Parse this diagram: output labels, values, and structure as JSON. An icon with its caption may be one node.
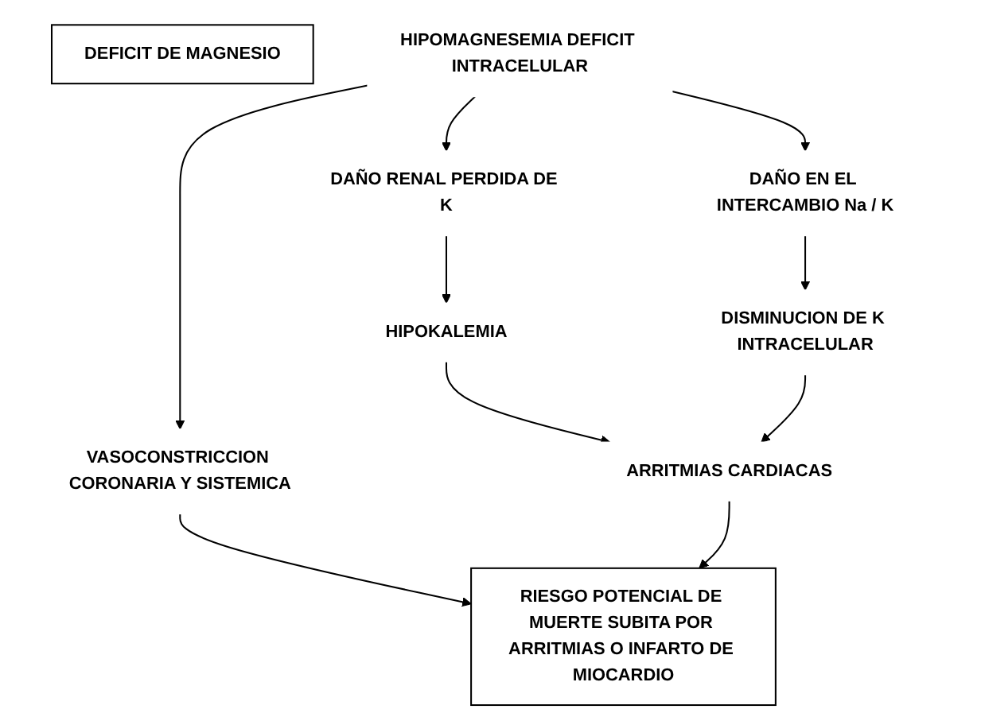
{
  "diagram": {
    "nodes": [
      {
        "text": [
          "DEFICIT DE MAGNESIO"
        ]
      },
      {
        "text": [
          "HIPOMAGNESEMIA DEFICIT INTRACELULAR"
        ]
      },
      {
        "text": [
          "VASOCONSTRICCION CORONARIA Y SISTEMICA"
        ]
      },
      {
        "text": [
          "DAÑO RENAL PERDIDA DE K"
        ]
      },
      {
        "text": [
          "DAÑO EN EL INTERCAMBIO Na / K"
        ]
      },
      {
        "text": [
          "HIPOKALEMIA"
        ]
      },
      {
        "text": [
          "DISMINUCION DE K INTRACELULAR"
        ]
      },
      {
        "text": [
          "ARRITMIAS CARDIACAS"
        ]
      },
      {
        "text": [
          "RIESGO POTENCIAL DE MUERTE SUBITA POR ARRITMIAS O INFARTO DE MIOCARDIO"
        ]
      }
    ],
    "edges": [
      {
        "from": 1,
        "to": 2,
        "arrow": "to"
      },
      {
        "from": 1,
        "to": 3,
        "arrow": "to"
      },
      {
        "from": 1,
        "to": 4,
        "arrow": "to"
      },
      {
        "from": 2,
        "to": 8,
        "arrow": "to"
      },
      {
        "from": 3,
        "to": 5,
        "arrow": "to"
      },
      {
        "from": 4,
        "to": 6,
        "arrow": "to"
      },
      {
        "from": 5,
        "to": 7,
        "arrow": "to"
      },
      {
        "from": 6,
        "to": 7,
        "arrow": "to"
      },
      {
        "from": 7,
        "to": 8,
        "arrow": "to"
      }
    ]
  }
}
